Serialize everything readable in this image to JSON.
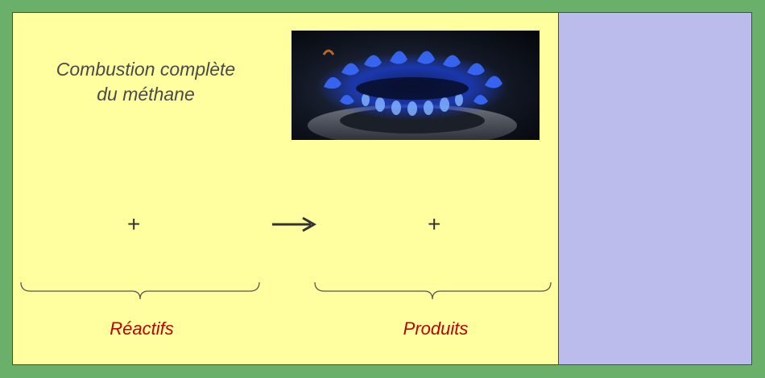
{
  "slide": {
    "title_line1": "Combustion complète",
    "title_line2": "du méthane",
    "reaction": {
      "reactant_operator": "+",
      "product_operator": "+",
      "reactants_label": "Réactifs",
      "products_label": "Produits"
    },
    "image": {
      "subject": "gas-burner-blue-flame"
    },
    "colors": {
      "frame": "#6aaf6a",
      "work_area": "#ffff9f",
      "side_panel": "#bbbbec",
      "label_red": "#c00000",
      "title_gray": "#4a4a4a"
    }
  }
}
